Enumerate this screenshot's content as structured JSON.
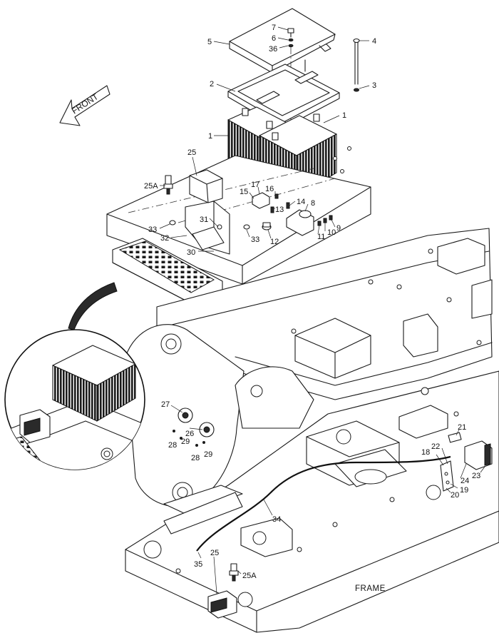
{
  "front_arrow": {
    "text": "FRONT"
  },
  "frame_caption": "FRAME",
  "callouts": {
    "c7": "7",
    "c6": "6",
    "c36": "36",
    "c5": "5",
    "c4": "4",
    "c2": "2",
    "c3": "3",
    "c1a": "1",
    "c1b": "1",
    "c25top": "25",
    "c25Atop": "25A",
    "c17": "17",
    "c16": "16",
    "c15": "15",
    "c13": "13",
    "c14": "14",
    "c8": "8",
    "c9": "9",
    "c10": "10",
    "c11": "11",
    "c12": "12",
    "c31": "31",
    "c33a": "33",
    "c33b": "33",
    "c32": "32",
    "c30": "30",
    "c27": "27",
    "c26": "26",
    "c28a": "28",
    "c29a": "29",
    "c28b": "28",
    "c29b": "29",
    "c21": "21",
    "c22": "22",
    "c18": "18",
    "c24": "24",
    "c23": "23",
    "c19": "19",
    "c20": "20",
    "c34": "34",
    "c35": "35",
    "c25bot": "25",
    "c25Abot": "25A"
  }
}
